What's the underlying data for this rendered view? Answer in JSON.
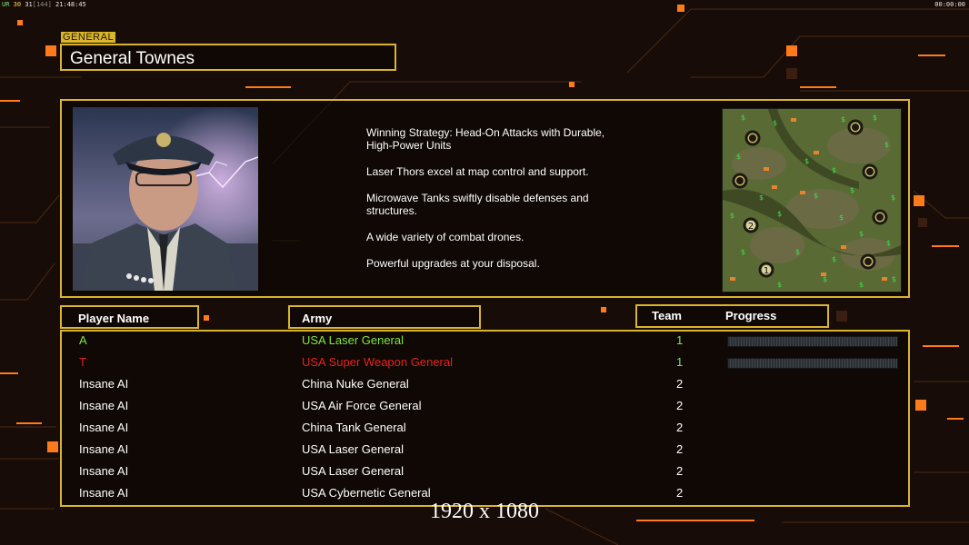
{
  "hud": {
    "left_a": "UR",
    "left_b": "30",
    "left_c": "31",
    "left_d": "[144]",
    "left_time": "21:48:45",
    "right_time": "00:00:00"
  },
  "general": {
    "tag": "GENERAL",
    "name": "General Townes",
    "strategy": [
      "Winning Strategy: Head-On Attacks with Durable,\n High-Power Units",
      "Laser Thors excel at map control and support.",
      "Microwave Tanks swiftly disable defenses and\n structures.",
      "A wide variety of combat drones.",
      "Powerful upgrades at your disposal."
    ]
  },
  "map": {
    "start_labels": [
      "2",
      "1"
    ]
  },
  "table": {
    "headers": {
      "player": "Player Name",
      "army": "Army",
      "team": "Team",
      "progress": "Progress"
    },
    "rows": [
      {
        "name": "A",
        "army": "USA Laser General",
        "team": "1",
        "progress": 0,
        "color": "#84e43c"
      },
      {
        "name": "T",
        "army": "USA Super Weapon General",
        "team": "1",
        "progress": 0,
        "color": "#e8201c"
      },
      {
        "name": "Insane AI",
        "army": "China Nuke General",
        "team": "2",
        "color": "#ffffff"
      },
      {
        "name": "Insane AI",
        "army": "USA Air Force General",
        "team": "2",
        "color": "#ffffff"
      },
      {
        "name": "Insane AI",
        "army": "China Tank General",
        "team": "2",
        "color": "#ffffff"
      },
      {
        "name": "Insane AI",
        "army": "USA Laser General",
        "team": "2",
        "color": "#ffffff"
      },
      {
        "name": "Insane AI",
        "army": "USA Laser General",
        "team": "2",
        "color": "#ffffff"
      },
      {
        "name": "Insane AI",
        "army": "USA Cybernetic General",
        "team": "2",
        "color": "#ffffff"
      }
    ]
  },
  "resolution": "1920 x 1080",
  "colors": {
    "gold": "#d9b52c",
    "orange": "#ff7a1a",
    "player1": "#84e43c",
    "player2": "#e8201c"
  }
}
